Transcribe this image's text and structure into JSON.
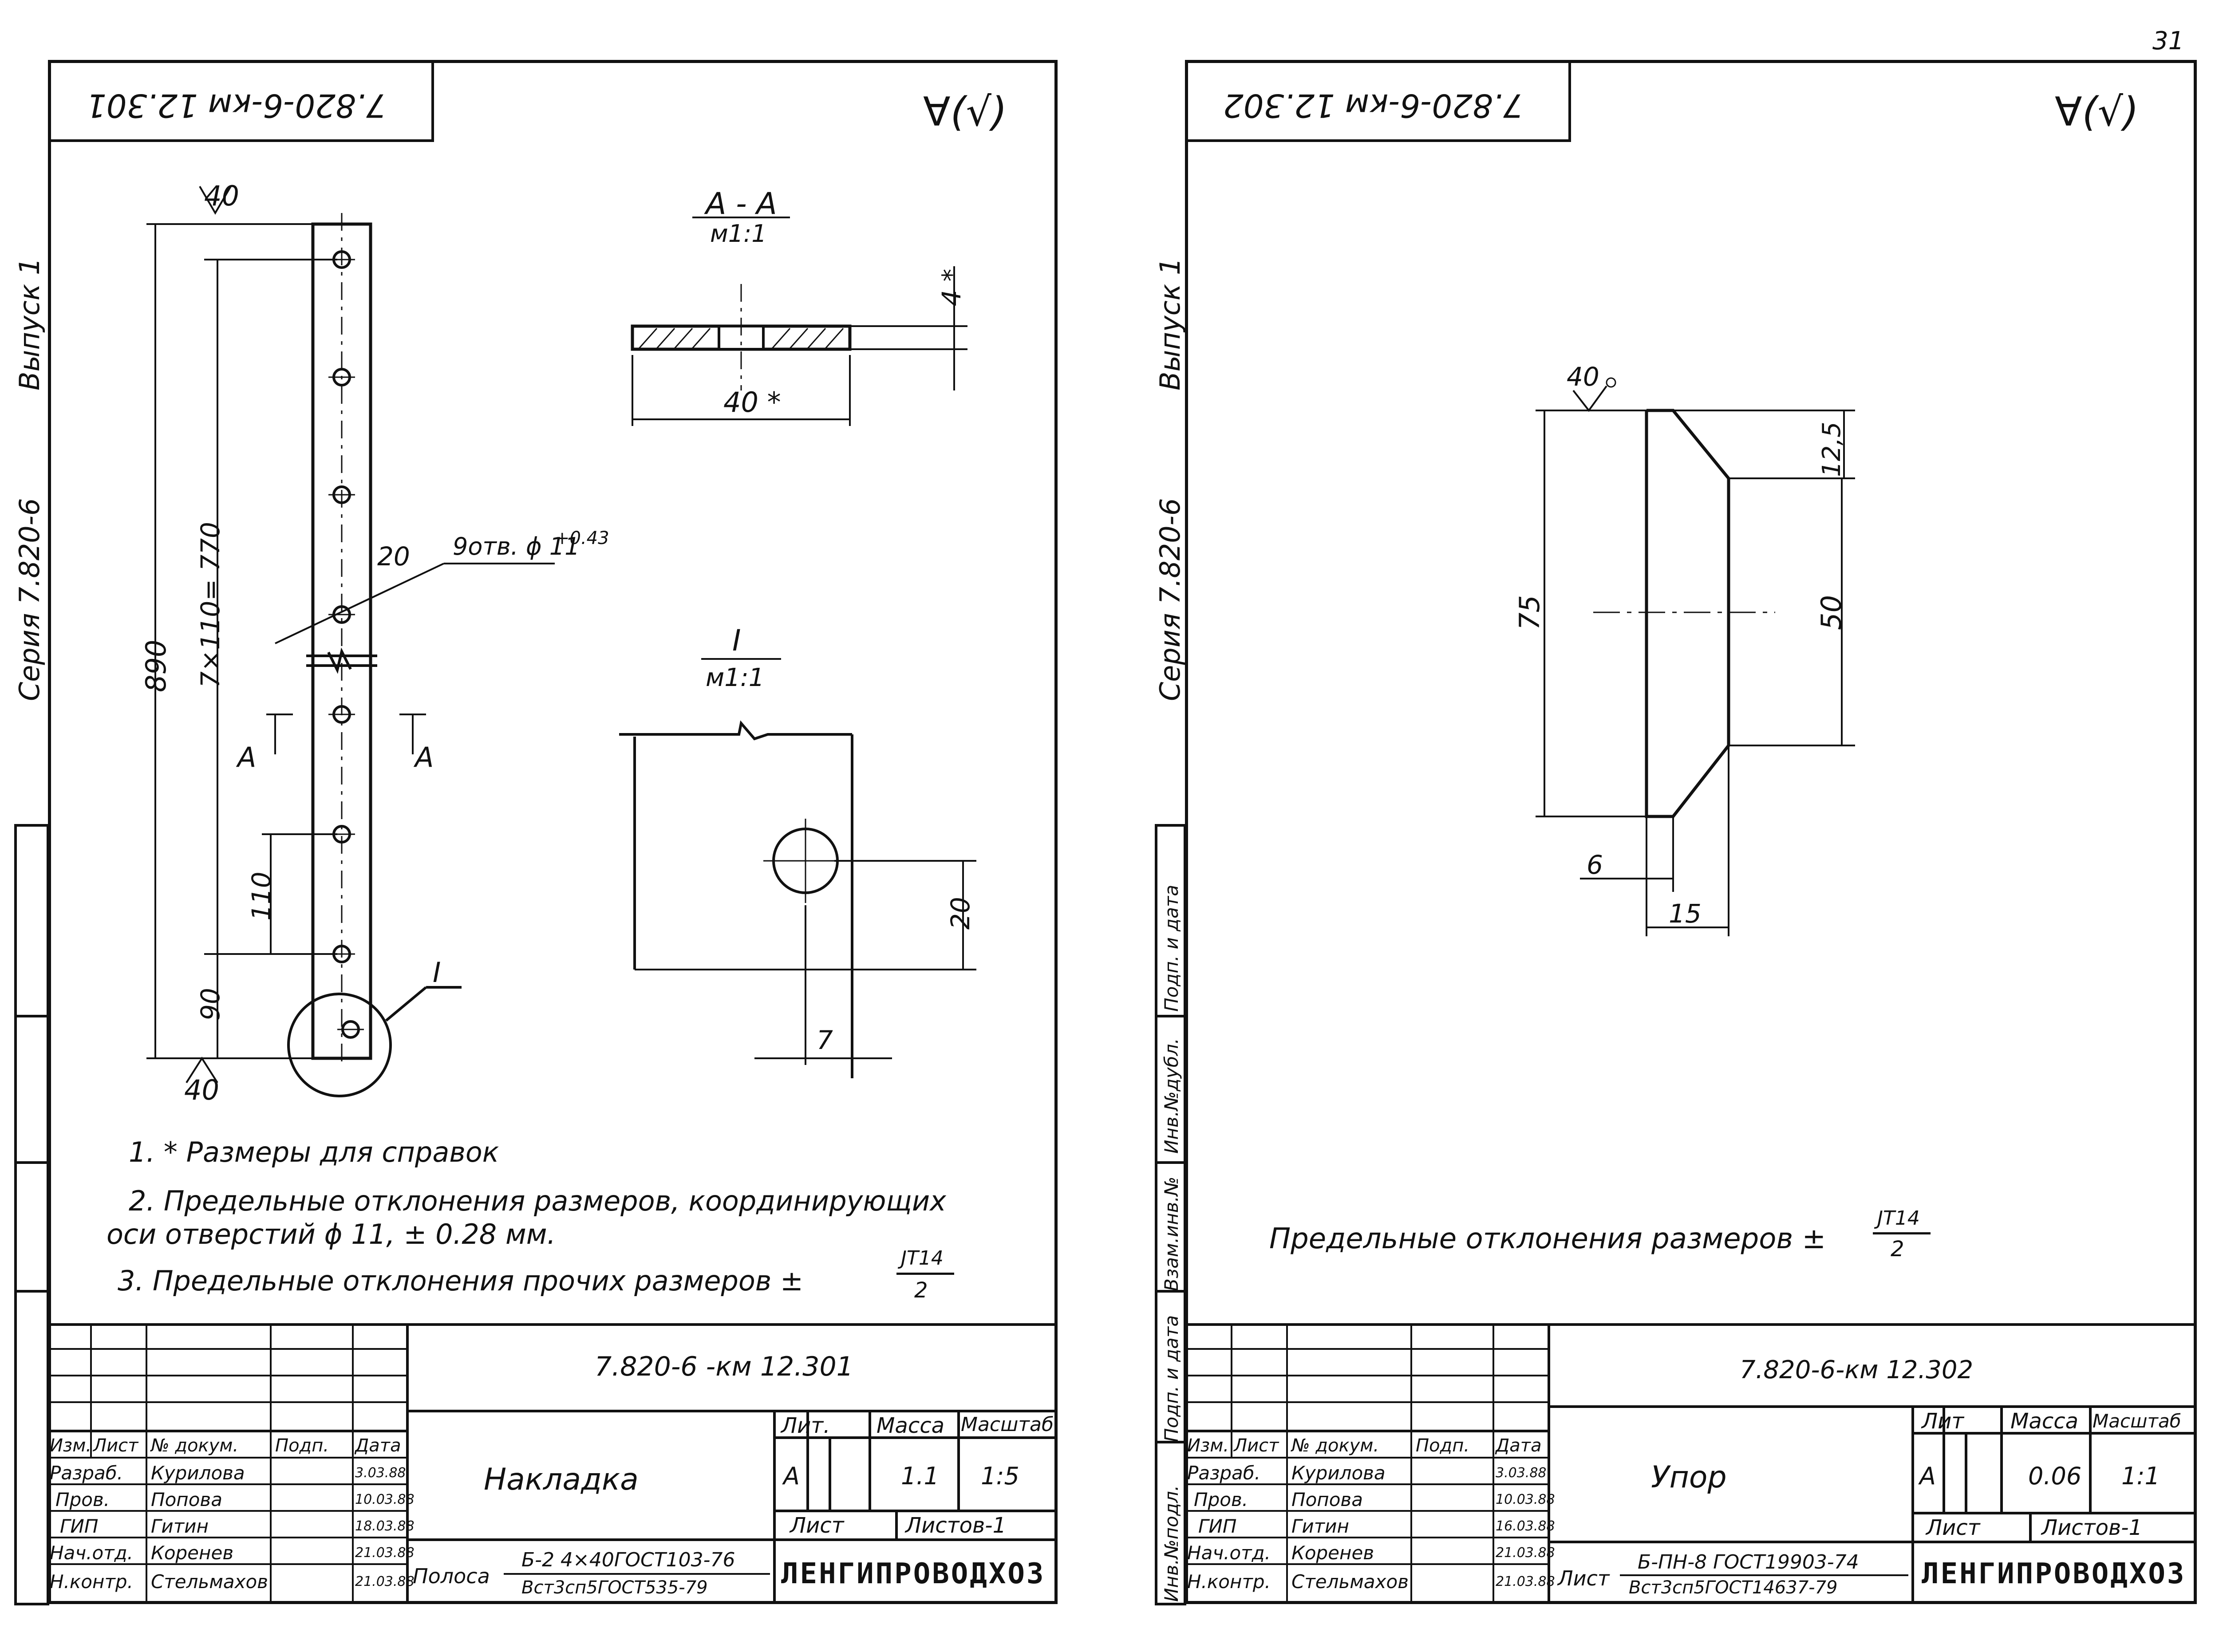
{
  "page_number": "31",
  "left": {
    "corner_code": "7.820-6-км 12.301",
    "roughness": "∀(√)",
    "side_series": "Серия 7.820-6",
    "side_issue": "Выпуск 1",
    "dims": {
      "d40_top": "40",
      "d890": "890",
      "d770": "7×110= 770",
      "d20": "20",
      "holes": "9отв. ϕ 11",
      "holes_tol": "+0.43",
      "d110": "110",
      "d90": "90",
      "d40_bottom": "40",
      "section_a": "А",
      "detail_i": "I"
    },
    "section_aa": {
      "title": "А - А",
      "scale": "м1:1",
      "d4": "4 *",
      "d40": "40 *"
    },
    "detail": {
      "title": "I",
      "scale": "м1:1",
      "d20": "20",
      "d7": "7"
    },
    "notes": [
      "1. * Размеры для справок",
      "2. Предельные отклонения размеров, координирующих",
      "оси отверстий ϕ 11,     ± 0.28 мм.",
      "3. Предельные отклонения прочих размеров ±"
    ],
    "note_frac": {
      "num": "ЈТ14",
      "den": "2"
    },
    "title_block": {
      "doc_code": "7.820-6 -км 12.301",
      "name": "Накладка",
      "col_headers": [
        "Изм.",
        "Лист",
        "№ докум.",
        "Подп.",
        "Дата"
      ],
      "rows": [
        [
          "Разраб.",
          "Курилова",
          "3.03.88"
        ],
        [
          "Пров.",
          "Попова",
          "10.03.88"
        ],
        [
          "ГИП",
          "Гитин",
          "18.03.88"
        ],
        [
          "Нач.отд.",
          "Коренев",
          "21.03.88"
        ],
        [
          "Н.контр.",
          "Стельмахов",
          "21.03.88"
        ]
      ],
      "lit_header": "Лит.",
      "mass_header": "Масса",
      "scale_header": "Масштаб",
      "lit": "А",
      "mass": "1.1",
      "scale": "1:5",
      "sheet_label": "Лист",
      "sheets_label": "Листов-1",
      "material_prefix": "Полоса",
      "material_top": "Б-2  4×40ГОСТ103-76",
      "material_bottom": "Вст3сп5ГОСТ535-79",
      "org": "ЛЕНГИПРОВОДХОЗ"
    }
  },
  "right": {
    "corner_code": "7.820-6-км 12.302",
    "roughness": "∀(√)",
    "side_series": "Серия 7.820-6",
    "side_issue": "Выпуск 1",
    "stamp_cols": [
      "Инв.№подл.",
      "Подп. и дата",
      "Взам.инв.№",
      "Инв.№дубл.",
      "Подп. и дата"
    ],
    "dims": {
      "d40": "40",
      "d12_5": "12,5",
      "d75": "75",
      "d50": "50",
      "d6": "6",
      "d15": "15"
    },
    "note": "Предельные отклонения размеров ±",
    "note_frac": {
      "num": "ЈТ14",
      "den": "2"
    },
    "title_block": {
      "doc_code": "7.820-6-км 12.302",
      "name": "Упор",
      "col_headers": [
        "Изм.",
        "Лист",
        "№ докум.",
        "Подп.",
        "Дата"
      ],
      "rows": [
        [
          "Разраб.",
          "Курилова",
          "3.03.88"
        ],
        [
          "Пров.",
          "Попова",
          "10.03.88"
        ],
        [
          "ГИП",
          "Гитин",
          "16.03.88"
        ],
        [
          "Нач.отд.",
          "Коренев",
          "21.03.88"
        ],
        [
          "Н.контр.",
          "Стельмахов",
          "21.03.88"
        ]
      ],
      "lit_header": "Лит",
      "mass_header": "Масса",
      "scale_header": "Масштаб",
      "lit": "А",
      "mass": "0.06",
      "scale": "1:1",
      "sheet_label": "Лист",
      "sheets_label": "Листов-1",
      "material_prefix": "Лист",
      "material_top": "Б-ПН-8 ГОСТ19903-74",
      "material_bottom": "Вст3сп5ГОСТ14637-79",
      "org": "ЛЕНГИПРОВОДХОЗ"
    }
  }
}
